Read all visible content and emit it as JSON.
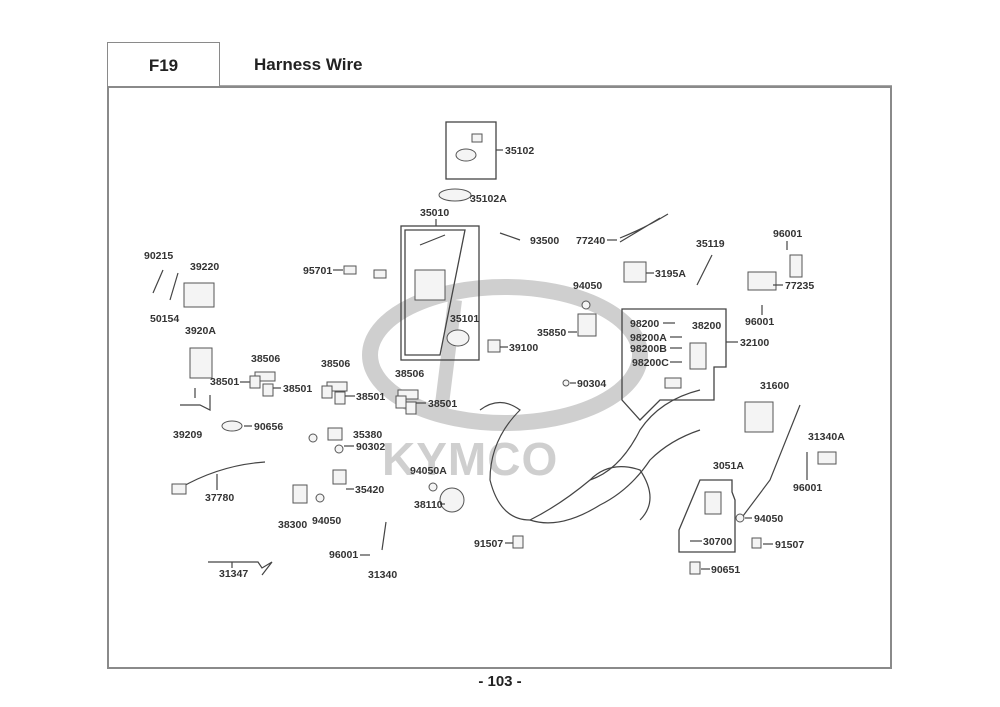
{
  "header": {
    "section_code": "F19",
    "title": "Harness Wire"
  },
  "watermark": {
    "text": "KYMCO",
    "color": "#cfcfcf"
  },
  "parts": [
    {
      "id": "p-35102",
      "number": "35102"
    },
    {
      "id": "p-35102a",
      "number": "35102A"
    },
    {
      "id": "p-35010",
      "number": "35010"
    },
    {
      "id": "p-35101",
      "number": "35101"
    },
    {
      "id": "p-93500",
      "number": "93500"
    },
    {
      "id": "p-77240",
      "number": "77240"
    },
    {
      "id": "p-35119",
      "number": "35119"
    },
    {
      "id": "p-96001-a",
      "number": "96001"
    },
    {
      "id": "p-77235",
      "number": "77235"
    },
    {
      "id": "p-96001-b",
      "number": "96001"
    },
    {
      "id": "p-3195a",
      "number": "3195A"
    },
    {
      "id": "p-94050-a",
      "number": "94050"
    },
    {
      "id": "p-35850",
      "number": "35850"
    },
    {
      "id": "p-39100",
      "number": "39100"
    },
    {
      "id": "p-90304",
      "number": "90304"
    },
    {
      "id": "p-98200",
      "number": "98200"
    },
    {
      "id": "p-98200a",
      "number": "98200A"
    },
    {
      "id": "p-98200b",
      "number": "98200B"
    },
    {
      "id": "p-98200c",
      "number": "98200C"
    },
    {
      "id": "p-38200",
      "number": "38200"
    },
    {
      "id": "p-32100",
      "number": "32100"
    },
    {
      "id": "p-31600",
      "number": "31600"
    },
    {
      "id": "p-31340a",
      "number": "31340A"
    },
    {
      "id": "p-96001-c",
      "number": "96001"
    },
    {
      "id": "p-3051a",
      "number": "3051A"
    },
    {
      "id": "p-30700",
      "number": "30700"
    },
    {
      "id": "p-94050-b",
      "number": "94050"
    },
    {
      "id": "p-91507-a",
      "number": "91507"
    },
    {
      "id": "p-90651",
      "number": "90651"
    },
    {
      "id": "p-91507-b",
      "number": "91507"
    },
    {
      "id": "p-94050a",
      "number": "94050A"
    },
    {
      "id": "p-38110",
      "number": "38110"
    },
    {
      "id": "p-90215",
      "number": "90215"
    },
    {
      "id": "p-39220",
      "number": "39220"
    },
    {
      "id": "p-50154",
      "number": "50154"
    },
    {
      "id": "p-95701",
      "number": "95701"
    },
    {
      "id": "p-3920a",
      "number": "3920A"
    },
    {
      "id": "p-38506-a",
      "number": "38506"
    },
    {
      "id": "p-38501-a",
      "number": "38501"
    },
    {
      "id": "p-38501-b",
      "number": "38501"
    },
    {
      "id": "p-38506-b",
      "number": "38506"
    },
    {
      "id": "p-38501-c",
      "number": "38501"
    },
    {
      "id": "p-38506-c",
      "number": "38506"
    },
    {
      "id": "p-38501-d",
      "number": "38501"
    },
    {
      "id": "p-39209",
      "number": "39209"
    },
    {
      "id": "p-90656",
      "number": "90656"
    },
    {
      "id": "p-35380",
      "number": "35380"
    },
    {
      "id": "p-90302",
      "number": "90302"
    },
    {
      "id": "p-37780",
      "number": "37780"
    },
    {
      "id": "p-35420",
      "number": "35420"
    },
    {
      "id": "p-38300",
      "number": "38300"
    },
    {
      "id": "p-94050-c",
      "number": "94050"
    },
    {
      "id": "p-96001-d",
      "number": "96001"
    },
    {
      "id": "p-31340",
      "number": "31340"
    },
    {
      "id": "p-31347",
      "number": "31347"
    }
  ],
  "footer": {
    "page_number": "- 103 -"
  }
}
